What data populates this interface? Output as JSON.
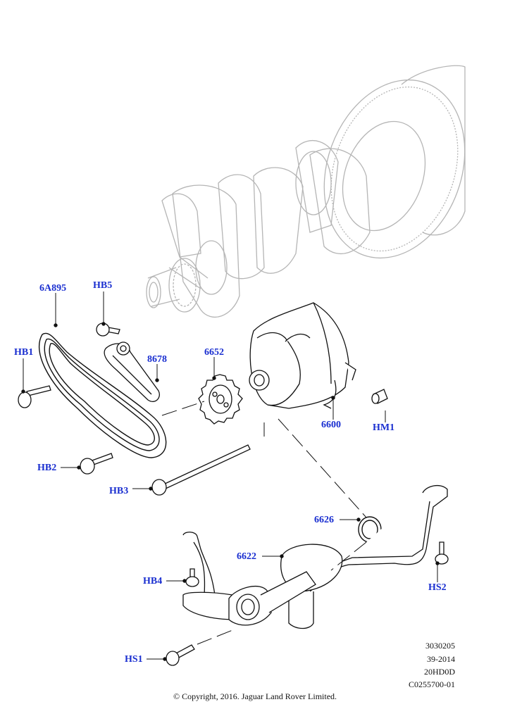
{
  "labels": {
    "6A895": "6A895",
    "HB5": "HB5",
    "HB1": "HB1",
    "8678": "8678",
    "6652": "6652",
    "6600": "6600",
    "HM1": "HM1",
    "HB2": "HB2",
    "HB3": "HB3",
    "6626": "6626",
    "6622": "6622",
    "HB4": "HB4",
    "HS2": "HS2",
    "HS1": "HS1"
  },
  "reference": {
    "line1": "3030205",
    "line2": "39-2014",
    "line3": "20HD0D",
    "line4": "C0255700-01"
  },
  "copyright": "© Copyright, 2016. Jaguar Land Rover Limited.",
  "colors": {
    "label": "#1a2fd0",
    "ghost": "#b8b8b8",
    "line": "#111111"
  }
}
